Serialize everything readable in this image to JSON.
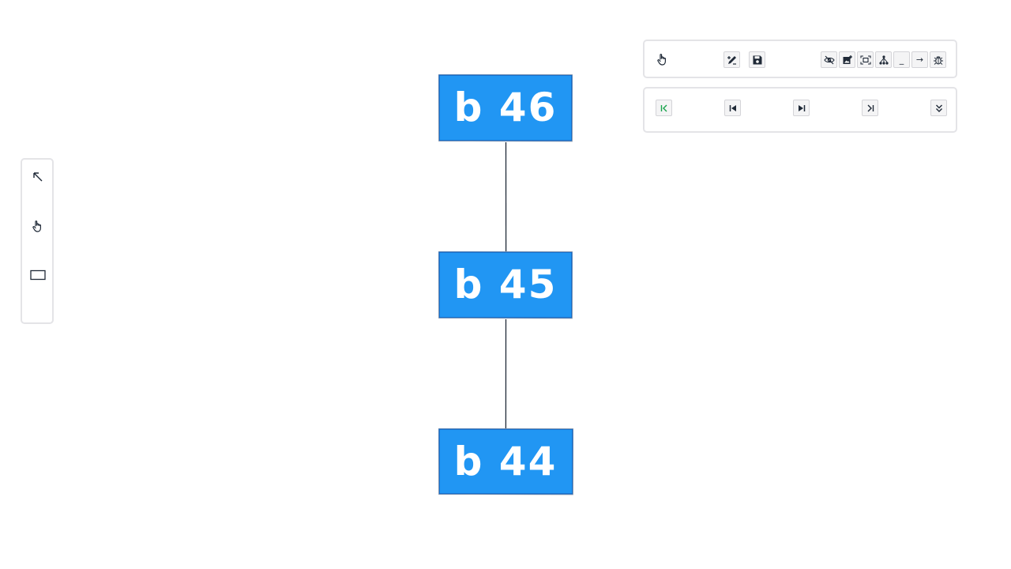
{
  "colors": {
    "node_fill": "#2196f3",
    "node_stroke": "#1565c0",
    "edge": "#1f2937",
    "panel_border": "#e4e4e7",
    "accent_green": "#16a34a"
  },
  "left_toolbar": {
    "tools": [
      {
        "name": "select-tool",
        "icon": "arrow-up-left-icon"
      },
      {
        "name": "pan-tool",
        "icon": "hand-icon"
      },
      {
        "name": "rectangle-tool",
        "icon": "rectangle-icon"
      }
    ]
  },
  "top_panel": {
    "buttons": [
      {
        "name": "hand-button",
        "icon": "hand-icon"
      },
      {
        "name": "edit-button",
        "icon": "pencil-icon"
      },
      {
        "name": "save-button",
        "icon": "floppy-disk-icon"
      },
      {
        "name": "hide-button",
        "icon": "eye-off-icon"
      },
      {
        "name": "add-image-button",
        "icon": "image-plus-icon"
      },
      {
        "name": "fit-view-button",
        "icon": "focus-frame-icon"
      },
      {
        "name": "tree-layout-button",
        "icon": "tree-icon"
      },
      {
        "name": "underscore-button",
        "icon": "underscore-icon",
        "text": "_"
      },
      {
        "name": "arrow-right-button",
        "icon": "arrow-right-icon",
        "text": "→"
      },
      {
        "name": "debug-button",
        "icon": "bug-icon"
      }
    ]
  },
  "nav_panel": {
    "buttons": [
      {
        "name": "first-button",
        "icon": "skip-to-first-icon"
      },
      {
        "name": "previous-button",
        "icon": "step-back-icon"
      },
      {
        "name": "next-button",
        "icon": "step-forward-icon"
      },
      {
        "name": "last-button",
        "icon": "skip-to-last-icon"
      },
      {
        "name": "expand-button",
        "icon": "double-chevron-down-icon"
      }
    ]
  },
  "nodes": [
    {
      "id": "b46",
      "label": "b 46"
    },
    {
      "id": "b45",
      "label": "b 45"
    },
    {
      "id": "b44",
      "label": "b 44"
    }
  ],
  "edges": [
    {
      "from": "b46",
      "to": "b45"
    },
    {
      "from": "b45",
      "to": "b44"
    }
  ]
}
